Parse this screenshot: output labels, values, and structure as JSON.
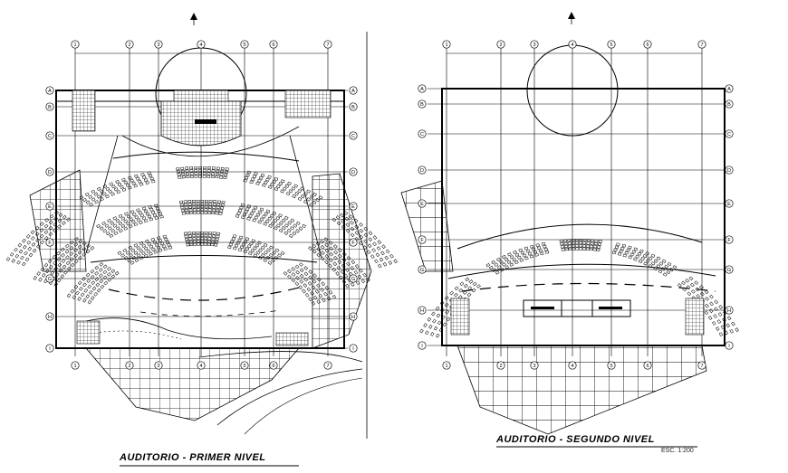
{
  "drawing": {
    "line_color": "#000000",
    "paper_color": "#ffffff"
  },
  "plans": [
    {
      "title": "AUDITORIO  - PRIMER NIVEL",
      "column_axes": [
        "1",
        "2",
        "3",
        "4",
        "5",
        "6",
        "7"
      ],
      "row_axes": [
        "A",
        "B",
        "C",
        "D",
        "E",
        "F",
        "G",
        "H",
        "I"
      ]
    },
    {
      "title": "AUDITORIO  - SEGUNDO NIVEL",
      "scale": "ESC. 1:200",
      "column_axes": [
        "1",
        "2",
        "3",
        "4",
        "5",
        "6",
        "7"
      ],
      "row_axes": [
        "A",
        "B",
        "C",
        "D",
        "E",
        "F",
        "G",
        "H",
        "I"
      ]
    }
  ]
}
